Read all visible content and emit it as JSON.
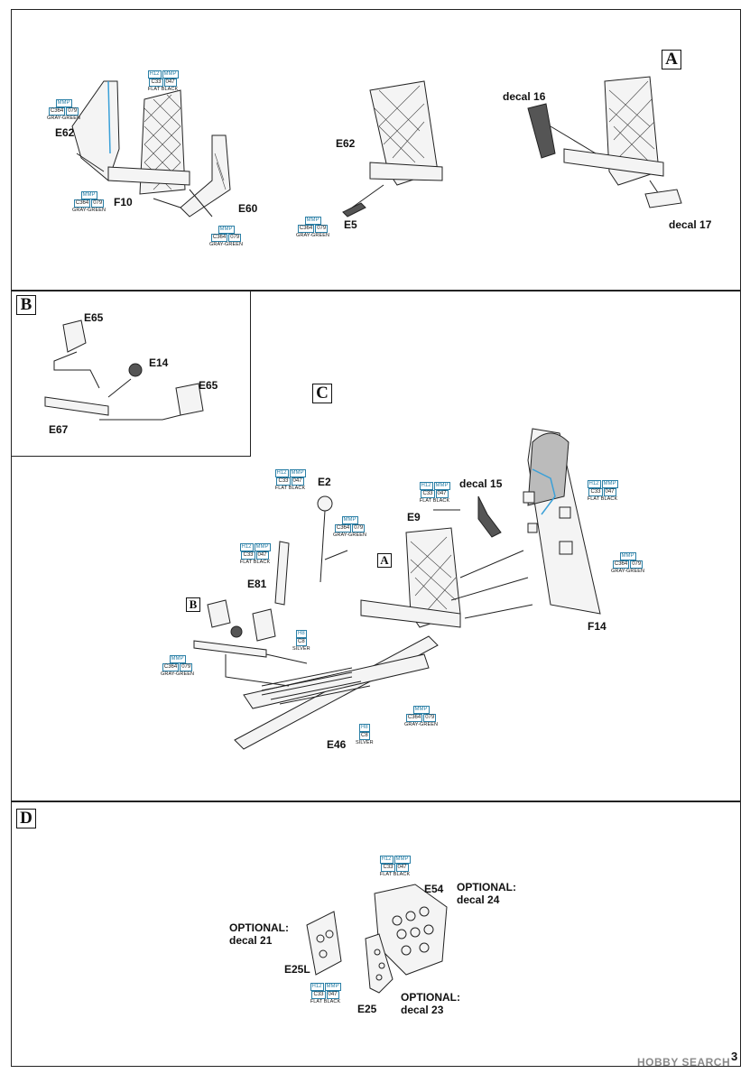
{
  "sections": {
    "A": {
      "letter": "A",
      "labels": {
        "e62_left": "E62",
        "f10": "F10",
        "e60": "E60",
        "e62_mid": "E62",
        "e5": "E5",
        "decal16": "decal 16",
        "decal17": "decal 17"
      }
    },
    "B": {
      "letter": "B",
      "labels": {
        "e65_top": "E65",
        "e14": "E14",
        "e65_bottom": "E65",
        "e67": "E67"
      }
    },
    "C": {
      "letter": "C",
      "labels": {
        "e2": "E2",
        "decal15": "decal 15",
        "e9": "E9",
        "e81": "E81",
        "f14": "F14",
        "e46": "E46",
        "ref_a": "A",
        "ref_b": "B"
      }
    },
    "D": {
      "letter": "D",
      "labels": {
        "e54": "E54",
        "opt24_line1": "OPTIONAL:",
        "opt24_line2": "decal 24",
        "opt21_line1": "OPTIONAL:",
        "opt21_line2": "decal 21",
        "e25l": "E25L",
        "e25": "E25",
        "opt23_line1": "OPTIONAL:",
        "opt23_line2": "decal 23"
      }
    }
  },
  "paints": {
    "gray_green": {
      "h": "",
      "mmp_label": "MMP",
      "c": "C364",
      "mmp": "079",
      "name": "GRAY-GREEN"
    },
    "flat_black": {
      "h": "H12",
      "mmp_label": "MMP",
      "c": "C33",
      "mmp": "047",
      "name": "FLAT BLACK"
    },
    "silver": {
      "h": "H8",
      "c": "C8",
      "name": "SILVER"
    }
  },
  "page_number": "3",
  "watermark": "HOBBY SEARCH",
  "colors": {
    "callout_border": "#2a7fa6",
    "highlight_part": "#3aa0d8"
  }
}
